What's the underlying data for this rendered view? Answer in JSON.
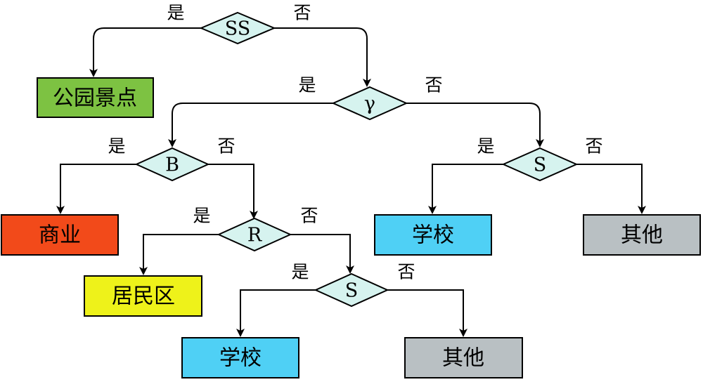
{
  "decisions": {
    "d_ss": {
      "label": "SS"
    },
    "d_gamma": {
      "label": "γ"
    },
    "d_b": {
      "label": "B"
    },
    "d_s_right": {
      "label": "S"
    },
    "d_r": {
      "label": "R"
    },
    "d_s_bottom": {
      "label": "S"
    }
  },
  "leaves": {
    "park": {
      "label": "公园景点",
      "color": "#7dc242"
    },
    "commercial": {
      "label": "商业",
      "color": "#f24a1a"
    },
    "residential": {
      "label": "居民区",
      "color": "#eef21a"
    },
    "school_right": {
      "label": "学校",
      "color": "#4fd0f5"
    },
    "other_right": {
      "label": "其他",
      "color": "#b9c0c3"
    },
    "school_bottom": {
      "label": "学校",
      "color": "#4fd0f5"
    },
    "other_bottom": {
      "label": "其他",
      "color": "#b9c0c3"
    }
  },
  "edge_labels": {
    "yes": "是",
    "no": "否"
  }
}
